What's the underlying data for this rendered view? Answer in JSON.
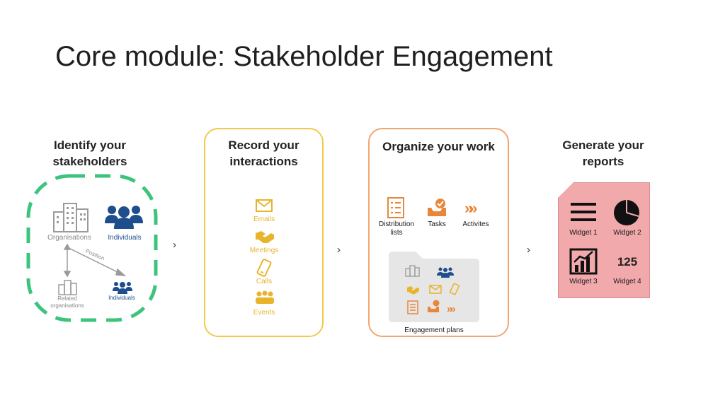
{
  "title": "Core module: Stakeholder Engagement",
  "steps": {
    "identify": {
      "heading": "Identify your stakeholders",
      "organisations": "Organisations",
      "individuals": "Individuals",
      "position": "Position",
      "related_organisations": "Related organisations",
      "individuals_small": "Individuals"
    },
    "record": {
      "heading": "Record your interactions",
      "emails": "Emails",
      "meetings": "Meetings",
      "calls": "Calls",
      "events": "Events"
    },
    "organize": {
      "heading": "Organize your work",
      "distribution_lists": "Distribution lists",
      "tasks": "Tasks",
      "activities": "Activites",
      "engagement_plans": "Engagement plans"
    },
    "generate": {
      "heading": "Generate your reports",
      "widget1": "Widget 1",
      "widget2": "Widget 2",
      "widget3": "Widget 3",
      "widget4": "Widget 4",
      "widget4_value": "125"
    }
  },
  "arrows": "›››",
  "colors": {
    "identify_dash": "#3cc47c",
    "record_border": "#f2c94c",
    "record_icons": "#e7b42b",
    "organize_border": "#f0a673",
    "organize_icons": "#e8873a",
    "report_bg": "#f2a9ac",
    "navy": "#1f4e8c"
  }
}
